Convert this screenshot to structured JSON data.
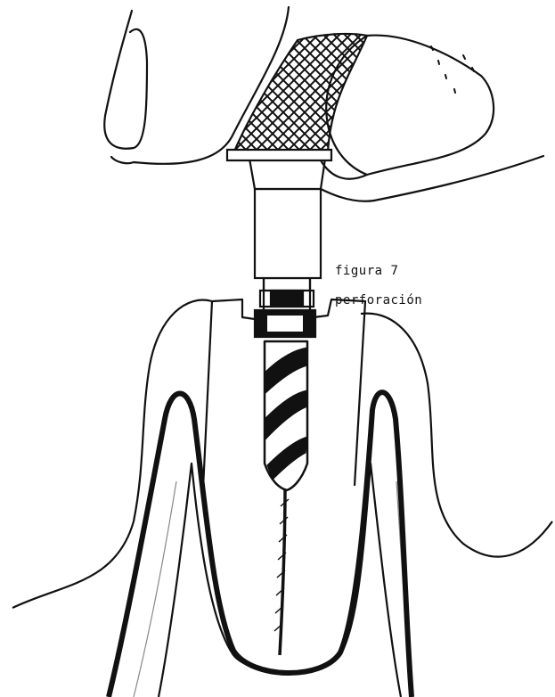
{
  "figure": {
    "caption_title": "figura 7",
    "caption_subtitle": "perforación",
    "colors": {
      "ink": "#111111",
      "background": "#ffffff"
    },
    "parts": {
      "fingers": "thumb-and-index-finger",
      "handle": "cross-hatched-knurled-handle",
      "instrument": "drill-instrument",
      "bit": "spiral-drill-bit",
      "tooth": "tooth-crown-outline",
      "canal": "root-canal",
      "file": "canal-file"
    }
  }
}
